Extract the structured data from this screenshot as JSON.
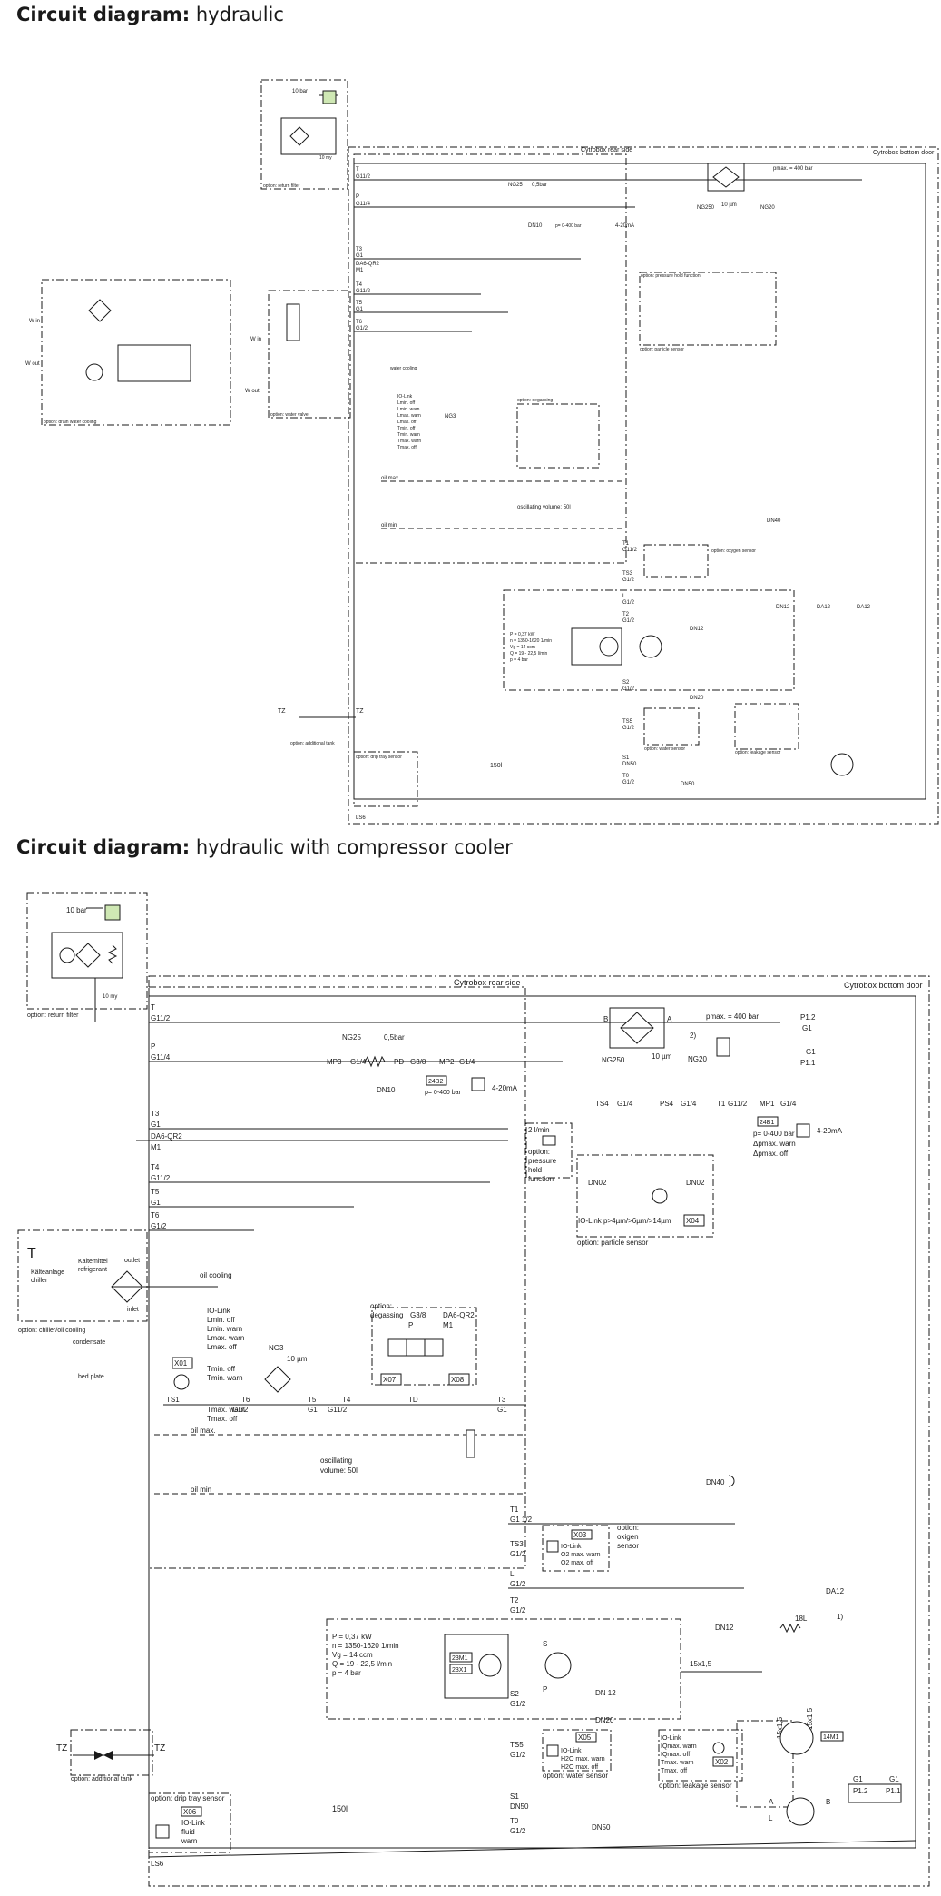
{
  "headings": {
    "d1": {
      "bold": "Circuit diagram:",
      "rest": " hydraulic"
    },
    "d2": {
      "bold": "Circuit diagram:",
      "rest": " hydraulic with compressor cooler"
    }
  },
  "d1": {
    "cytrobox_rear": "Cytrobox rear side",
    "cytrobox_bottom": "Cytrobox bottom door",
    "return_filter_option": "option: return filter",
    "drain_cooling_option": "option: drain water cooling",
    "water_valve_option": "option: water valve",
    "additional_tank_option": "option: additional tank",
    "drip_tray_option": "option: drip tray sensor",
    "ten_bar": "10 bar",
    "ten_my": "10 my",
    "pmax": "pmax. = 400 bar",
    "ng25": "NG25",
    "half_bar": "0,5bar",
    "ng250": "NG250",
    "ng20": "NG20",
    "ten_um": "10 µm",
    "dn10": "DN10",
    "press_sensor": "p= 0-400 bar",
    "ma": "4-20mA",
    "oscillating": "oscillating volume: 50l",
    "oil_max": "oil max.",
    "oil_min": "oil min",
    "water_cooling": "water cooling",
    "tank_volume": "150l",
    "motor_specs": [
      "P = 0,37 kW",
      "n = 1350-1620 1/min",
      "Vg = 14 ccm",
      "Q = 19 - 22,5 l/min",
      "p = 4 bar"
    ],
    "w_in": "W in",
    "w_out": "W out",
    "io_link_temp": [
      "IO-Link",
      "Lmin. off",
      "Lmin. warn",
      "Lmax. warn",
      "Lmax. off",
      "Tmin. off",
      "Tmin. warn",
      "Tmax. warn",
      "Tmax. off"
    ],
    "degassing": "option: degassing",
    "oxygen_sensor": "option: oxygen sensor",
    "particle_sensor": "option: particle sensor",
    "water_sensor": "option: water sensor",
    "leakage_sensor": "option: leakage sensor",
    "pressure_hold": "option: pressure hold function",
    "ng3": "NG3",
    "dn40": "DN40",
    "dn12": "DN12",
    "da12": "DA12",
    "dn20": "DN20",
    "dn50": "DN50",
    "tz": "TZ",
    "ls6": "LS6",
    "ports_left": [
      "T",
      "G11/2",
      "P",
      "G11/4",
      "T3",
      "G1",
      "DA6-QR2",
      "M1",
      "T4",
      "G11/2",
      "T5",
      "G1",
      "T6",
      "G1/2"
    ],
    "ports_right": [
      "T1",
      "G11/2",
      "TS3",
      "G1/2",
      "L",
      "G1/2",
      "T2",
      "G1/2",
      "S2",
      "G1/2",
      "TS5",
      "G1/2",
      "S1",
      "DN50",
      "T0",
      "G1/2"
    ]
  },
  "d2": {
    "cytrobox_rear": "Cytrobox rear side",
    "cytrobox_bottom": "Cytrobox bottom door",
    "return_filter_option": "option: return filter",
    "chiller_option": "option: chiller/oil cooling",
    "additional_tank_option": "option: additional tank",
    "drip_tray_option": "option: drip tray sensor",
    "ten_bar": "10 bar",
    "ten_my": "10 my",
    "pmax": "pmax. = 400 bar",
    "ng25": "NG25",
    "half_bar": "0,5bar",
    "ng250": "NG250",
    "ng20": "NG20",
    "ten_um": "10 µm",
    "dn10": "DN10",
    "press_sensor": "p= 0-400 bar",
    "press_sensor2": [
      "p= 0-400 bar",
      "Δpmax. warn",
      "Δpmax. off"
    ],
    "ma": "4-20mA",
    "two_l": "2 l/min",
    "pressure_hold": "option: pressure hold function",
    "dn02": "DN02",
    "particle_io": "IO-Link p>4µm/>6µm/>14µm",
    "particle_sensor": "option: particle sensor",
    "oil_cooling": "oil cooling",
    "chiller_t": "T",
    "chiller_label": [
      "Kälteanlage",
      "chiller"
    ],
    "refrigerant": [
      "Kältemittel",
      "refrigerant"
    ],
    "outlet": "outlet",
    "inlet": "inlet",
    "condensate": "condensate",
    "bed_plate": "bed plate",
    "io_link_temp": [
      "IO-Link",
      "Lmin. off",
      "Lmin. warn",
      "Lmax. warn",
      "Lmax. off",
      "Tmin. off",
      "Tmin. warn",
      "Tmax. warn",
      "Tmax. off"
    ],
    "degassing": [
      "option:",
      "degassing"
    ],
    "ng3": "NG3",
    "oil_max": "oil max.",
    "oil_min": "oil min",
    "oscillating": [
      "oscillating",
      "volume: 50l"
    ],
    "oxygen_sensor": [
      "option:",
      "oxigen",
      "sensor"
    ],
    "oxygen_io": [
      "IO-Link",
      "O2 max. warn",
      "O2 max. off"
    ],
    "motor_specs": [
      "P = 0,37 kW",
      "n = 1350-1620 1/min",
      "Vg = 14 ccm",
      "Q = 19 - 22,5 l/min",
      "p = 4 bar"
    ],
    "dn12": "DN 12",
    "dn12b": "DN12",
    "dn20": "DN20",
    "dn40": "DN40",
    "dn50": "DN50",
    "da12": "DA12",
    "fifteen": "15x1,5",
    "eighteen": "18L",
    "water_io": [
      "IO-Link",
      "H2O max. warn",
      "H2O max. off"
    ],
    "water_sensor": "option: water sensor",
    "leak_io": [
      "IO-Link",
      "IQmax. warn",
      "IQmax. off",
      "Tmax. warn",
      "Tmax. off"
    ],
    "leakage_sensor": "option: leakage sensor",
    "tank_volume": "150l",
    "drip_io": [
      "IO-Link",
      "fluid",
      "warn"
    ],
    "tz": "TZ",
    "ls6": "LS6",
    "codes": {
      "x01": "X01",
      "x02": "X02",
      "x03": "X03",
      "x04": "X04",
      "x05": "X05",
      "x06": "X06",
      "x07": "X07",
      "x08": "X08",
      "b2": "24B2",
      "b1": "24B1",
      "m1": "23M1",
      "x1": "23X1",
      "bm1": "14M1"
    },
    "ports_left": [
      "T",
      "G11/2",
      "P",
      "G11/4",
      "T3",
      "G1",
      "DA6-QR2",
      "M1",
      "T4",
      "G11/2",
      "T5",
      "G1",
      "T6",
      "G1/2"
    ],
    "ports_top": [
      "MP3",
      "G1/4",
      "PD",
      "G3/8",
      "MP2",
      "G1/4",
      "TS4",
      "G1/4",
      "PS4",
      "G1/4",
      "T1",
      "G11/2",
      "MP1",
      "G1/4"
    ],
    "ports_lower": [
      "TS1",
      "T6",
      "G1/2",
      "T5",
      "G1",
      "T4",
      "G11/2",
      "T3",
      "G1",
      "P",
      "M1",
      "DA6-QR2",
      "G3/8",
      "TD"
    ],
    "ports_right": [
      "T1",
      "G1 1/2",
      "TS3",
      "G1/2",
      "L",
      "G1/2",
      "T2",
      "G1/2",
      "S2",
      "G1/2",
      "TS5",
      "G1/2",
      "S1",
      "DN50",
      "T0",
      "G1/2"
    ],
    "misc": [
      "A",
      "B",
      "S",
      "P",
      "L",
      "G1",
      "P1.2",
      "P1.1",
      "1)",
      "2)"
    ]
  }
}
